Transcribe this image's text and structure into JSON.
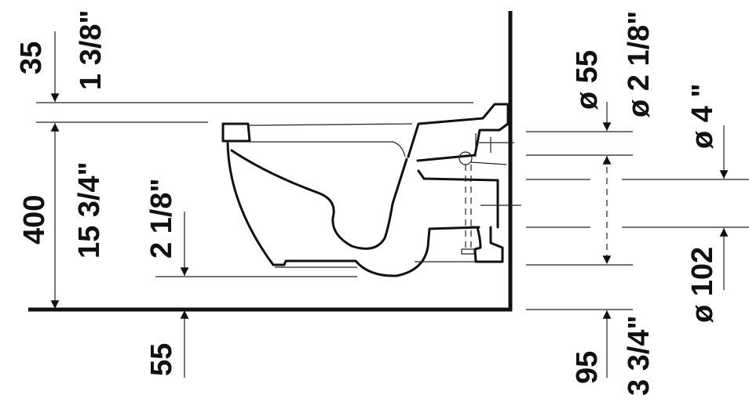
{
  "dimensions": {
    "top_offset_mm": "35",
    "top_offset_in": "1 3/8\"",
    "height_mm": "400",
    "height_in": "15 3/4\"",
    "rim_drop_in": "2 1/8\"",
    "floor_gap_mm": "55",
    "inlet_dia_mm": "ø 55",
    "inlet_dia_in": "ø 2 1/8\"",
    "outlet_dia_in": "ø 4 \"",
    "outlet_dia_mm": "ø 102",
    "outlet_height_mm": "95",
    "outlet_height_in": "3 3/4\""
  },
  "colors": {
    "line": "#111111",
    "background": "#ffffff"
  }
}
